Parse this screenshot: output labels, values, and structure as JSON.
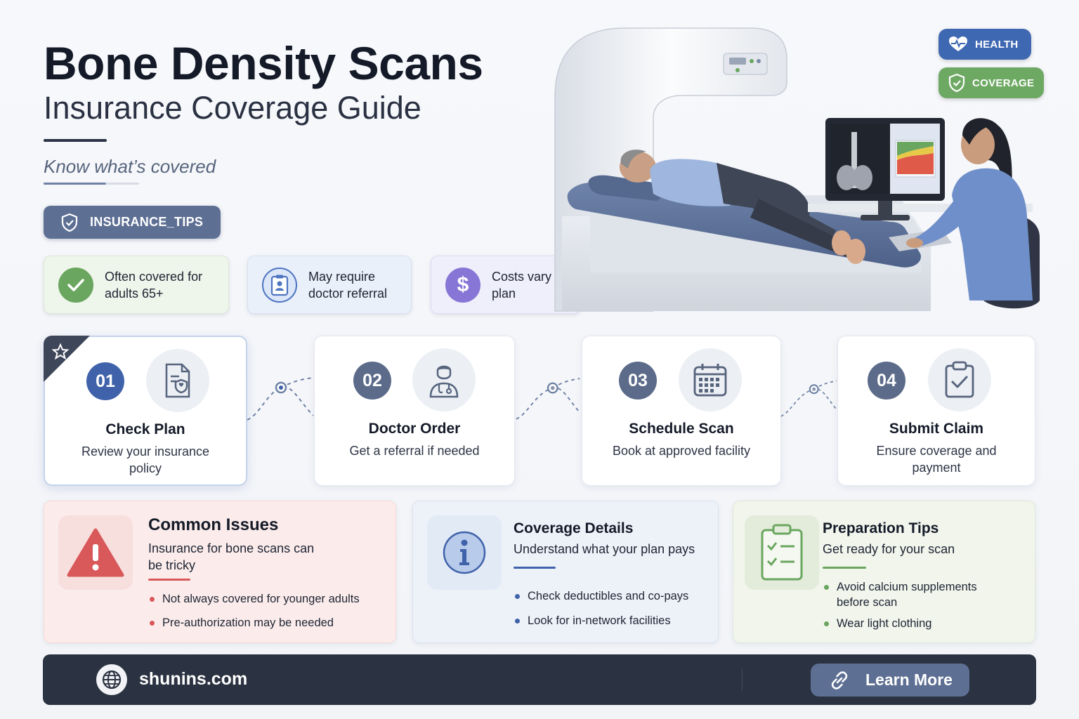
{
  "header": {
    "title": "Bone Density Scans",
    "subtitle": "Insurance Coverage Guide",
    "tagline": "Know what’s covered",
    "tips_label": "INSURANCE_TIPS"
  },
  "badges": {
    "health": "HEALTH",
    "coverage": "COVERAGE"
  },
  "facts": [
    {
      "text": "Often covered for adults 65+",
      "icon": "check-icon",
      "color": "#6aa65f"
    },
    {
      "text": "May require doctor referral",
      "icon": "clipboard-person-icon",
      "color": "#4d74c0"
    },
    {
      "text": "Costs vary by plan",
      "icon": "dollar-icon",
      "color": "#8776d6"
    }
  ],
  "steps": [
    {
      "num": "01",
      "title": "Check Plan",
      "desc": "Review your insurance policy",
      "icon": "document-shield-icon",
      "num_color": "#3f62aa"
    },
    {
      "num": "02",
      "title": "Doctor Order",
      "desc": "Get a referral if needed",
      "icon": "doctor-icon",
      "num_color": "#5b6b89"
    },
    {
      "num": "03",
      "title": "Schedule Scan",
      "desc": "Book at approved facility",
      "icon": "calendar-icon",
      "num_color": "#5b6b89"
    },
    {
      "num": "04",
      "title": "Submit Claim",
      "desc": "Ensure coverage and payment",
      "icon": "clipboard-check-icon",
      "num_color": "#5b6b89"
    }
  ],
  "cards": {
    "issues": {
      "title": "Common Issues",
      "subtitle": "Insurance for bone scans can be tricky",
      "bullets": [
        "Not always covered for younger adults",
        "Pre-authorization may be needed"
      ],
      "color": "#d9585a"
    },
    "coverage": {
      "title": "Coverage Details",
      "subtitle": "Understand what your plan pays",
      "bullets": [
        "Check deductibles and co-pays",
        "Look for in-network facilities"
      ],
      "color": "#3f62aa"
    },
    "prep": {
      "title": "Preparation Tips",
      "subtitle": "Get ready for your scan",
      "bullets": [
        "Avoid calcium supplements before scan",
        "Wear light clothing"
      ],
      "color": "#6aa65f"
    }
  },
  "footer": {
    "site": "shunins.com",
    "cta": "Learn More"
  }
}
